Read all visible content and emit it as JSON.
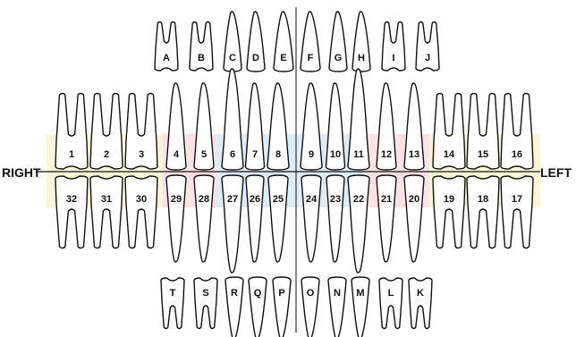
{
  "labels": {
    "right": "RIGHT",
    "left": "LEFT"
  },
  "primary_upper": [
    "A",
    "B",
    "C",
    "D",
    "E",
    "F",
    "G",
    "H",
    "I",
    "J"
  ],
  "permanent_upper": [
    "1",
    "2",
    "3",
    "4",
    "5",
    "6",
    "7",
    "8",
    "9",
    "10",
    "11",
    "12",
    "13",
    "14",
    "15",
    "16"
  ],
  "permanent_lower": [
    "32",
    "31",
    "30",
    "29",
    "28",
    "27",
    "26",
    "25",
    "24",
    "23",
    "22",
    "21",
    "20",
    "19",
    "18",
    "17"
  ],
  "primary_lower": [
    "T",
    "S",
    "R",
    "Q",
    "P",
    "O",
    "N",
    "M",
    "L",
    "K"
  ],
  "colors": {
    "molar_zone": "#fbf4cf",
    "premolar_zone": "#f9dde3",
    "incisor_zone": "#d8e8f8",
    "outline": "#111111"
  }
}
